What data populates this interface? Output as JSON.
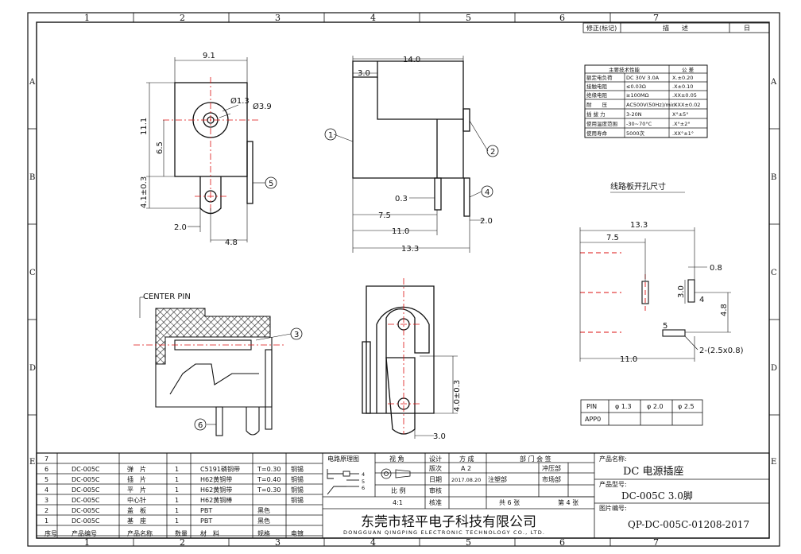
{
  "frame": {
    "cols": [
      "1",
      "2",
      "3",
      "4",
      "5",
      "6",
      "7"
    ],
    "rows": [
      "A",
      "B",
      "C",
      "D",
      "E"
    ]
  },
  "revision": {
    "headers": [
      "修正(标记)",
      "描　　述",
      "日"
    ]
  },
  "tech": {
    "header": [
      "主要技术性能",
      "公 差"
    ],
    "rows": [
      [
        "额定电负荷",
        "DC 30V 3.0A",
        "X.±0.20"
      ],
      [
        "接触电阻",
        "≤0.03Ω",
        ".X±0.10"
      ],
      [
        "绝缘电阻",
        "≥100MΩ",
        ".XX±0.05"
      ],
      [
        "耐　　压",
        "AC500V(50Hz)/min",
        ".XXX±0.02"
      ],
      [
        "插 拔 力",
        "3-20N",
        "X°±5°"
      ],
      [
        "使用温度范围",
        "-30~70°C",
        ".X°±2°"
      ],
      [
        "使用寿命",
        "5000次",
        ".XX°±1°"
      ]
    ]
  },
  "views": {
    "front": {
      "d1": "9.1",
      "d2": "11.1",
      "d3": "6.5",
      "d4": "4.1±0.3",
      "d5": "2.0",
      "d6": "4.8",
      "c1": "Ø1.3",
      "c2": "Ø3.9",
      "callout5": "5"
    },
    "side": {
      "d1": "14.0",
      "d2": "3.0",
      "d3": "0.3",
      "d4": "7.5",
      "d5": "2.0",
      "d6": "11.0",
      "d7": "13.3",
      "c1": "1",
      "c2": "2",
      "c4": "4"
    },
    "section": {
      "label": "CENTER PIN",
      "c3": "3",
      "c6": "6"
    },
    "bottom": {
      "d1": "4.0±0.3",
      "d2": "3.0"
    }
  },
  "pcb": {
    "title": "线路板开孔尺寸",
    "d1": "13.3",
    "d2": "7.5",
    "d3": "0.8",
    "d4": "3.0",
    "d5": "4",
    "d6": "4.8",
    "d7": "5",
    "d8": "11.0",
    "d9": "2-(2.5x0.8)",
    "pin_table": {
      "r1": [
        "PIN",
        "φ 1.3",
        "φ 2.0",
        "φ 2.5"
      ],
      "r2": [
        "APP0"
      ]
    }
  },
  "bom": {
    "rows": [
      [
        "7",
        "",
        "",
        "",
        "",
        "",
        ""
      ],
      [
        "6",
        "DC-005C",
        "弹　片",
        "1",
        "C5191磷铜带",
        "T=0.30",
        "铜锡"
      ],
      [
        "5",
        "DC-005C",
        "插　片",
        "1",
        "H62黄铜带",
        "T=0.40",
        "铜锡"
      ],
      [
        "4",
        "DC-005C",
        "平　片",
        "1",
        "H62黄铜带",
        "T=0.30",
        "铜锡"
      ],
      [
        "3",
        "DC-005C",
        "中心针",
        "1",
        "H62黄铜棒",
        "",
        "铜锡"
      ],
      [
        "2",
        "DC-005C",
        "盖　板",
        "1",
        "PBT",
        "黑色",
        ""
      ],
      [
        "1",
        "DC-005C",
        "基　座",
        "1",
        "PBT",
        "黑色",
        ""
      ]
    ],
    "header": [
      "序号",
      "产品编号",
      "产品名称",
      "数量",
      "材　料",
      "规格",
      "电镀"
    ]
  },
  "circuit": {
    "title": "电路原理图",
    "p4": "4",
    "p5": "5",
    "p6": "6"
  },
  "approval": {
    "h_view": "视 角",
    "h_design": "设计",
    "h_square": "方 成",
    "h_dept": "部 门 会 签",
    "version": "版次",
    "version_v": "A 2",
    "pressing": "冲压部",
    "ratio": "比 例",
    "date": "日期",
    "date_v": "2017.08.20",
    "injection": "注塑部",
    "market": "市场部",
    "ratio_v": "4:1",
    "review": "审核",
    "approve": "核准",
    "sheets": "共 6 张",
    "sheet_no": "第 4 张"
  },
  "company": {
    "cn": "东莞市轻平电子科技有限公司",
    "en": "DONGGUAN QINGPING ELECTRONIC TECHNOLOGY CO., LTD."
  },
  "product": {
    "name_label": "产品名称:",
    "name": "DC 电源插座",
    "model_label": "产品型号:",
    "model": "DC-005C 3.0脚",
    "drawing_label": "图片编号:",
    "drawing": "QP-DC-005C-01208-2017"
  }
}
